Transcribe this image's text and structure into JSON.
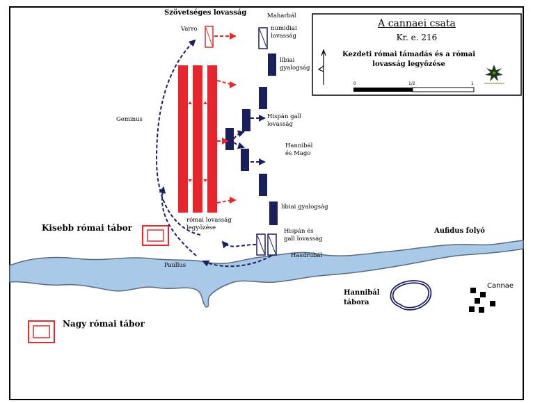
{
  "legend": {
    "title": "A cannaei csata",
    "date": "Kr. e. 216",
    "description": "Kezdeti római támadás és a római lovasság legyőzése",
    "scale_ticks": [
      "0",
      "1/2",
      "1"
    ]
  },
  "labels": {
    "allied_cavalry": "Szövetséges lovasság",
    "varro": "Varro",
    "maharbal": "Maharbál",
    "numidian_cavalry": "numidiai lovasság",
    "libyan_infantry_top": "líbiai gyalogság",
    "geminus": "Geminus",
    "hispanic_gallic_cavalry_mid": "Hispán gall lovasság",
    "hannibal_mago": "Hannibál és Mago",
    "libyan_infantry_bottom": "líbiai gyalogság",
    "roman_cavalry_defeat": "római lovasság legyőzése",
    "hispanic_and_gallic_cavalry": "Hispán és gall lovasság",
    "hasdrubal": "Hasdrubál",
    "paullus": "Paullus",
    "smaller_roman_camp": "Kisebb római tábor",
    "larger_roman_camp": "Nagy római tábor",
    "aufidus_river": "Aufidus folyó",
    "hannibal_camp": "Hannibál tábora",
    "cannae": "Cannae"
  },
  "colors": {
    "roman": "#e8262b",
    "carthaginian": "#1a1f5e",
    "river_fill": "#a9c9e8",
    "river_edge": "#5a6a7a"
  }
}
